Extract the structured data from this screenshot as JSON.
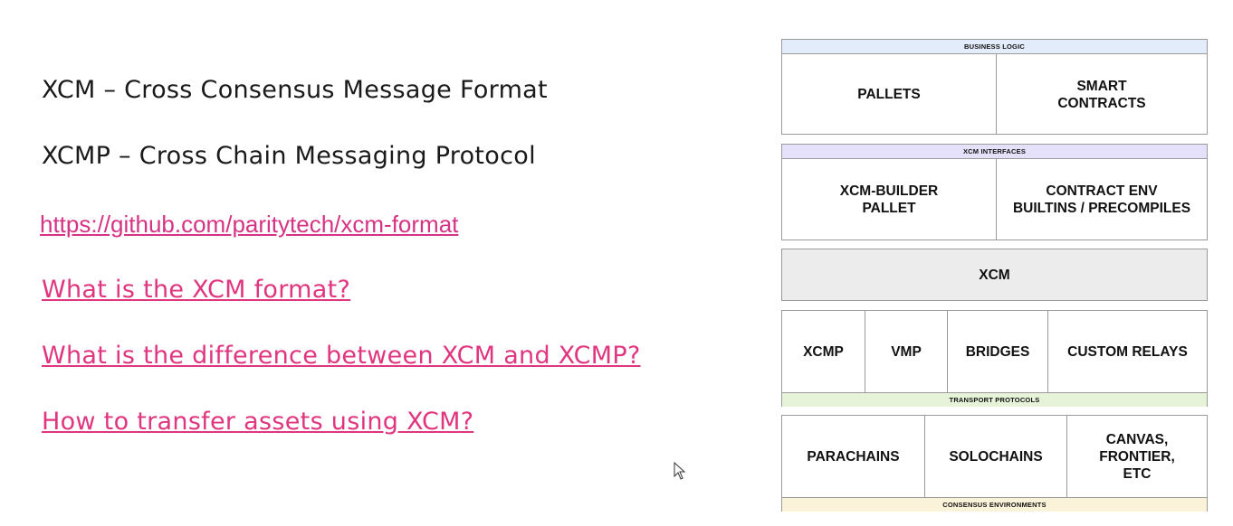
{
  "slide": {
    "lines": [
      "XCM – Cross Consensus Message Format",
      "XCMP – Cross Chain Messaging Protocol"
    ],
    "url": "https://github.com/paritytech/xcm-format",
    "questions": [
      "What is the XCM format?",
      "What is the difference between XCM and XCMP?",
      "How to transfer assets using XCM?"
    ]
  },
  "diagram": {
    "business_logic": {
      "label": "BUSINESS LOGIC",
      "cells": [
        "PALLETS",
        "SMART\nCONTRACTS"
      ],
      "color": "#e3ecfb"
    },
    "xcm_interfaces": {
      "label": "XCM INTERFACES",
      "cells": [
        "XCM-BUILDER\nPALLET",
        "CONTRACT ENV\nBUILTINS / PRECOMPILES"
      ],
      "color": "#e6e1fb"
    },
    "xcm": {
      "label": "XCM",
      "color": "#ececec"
    },
    "transport": {
      "label": "TRANSPORT PROTOCOLS",
      "cells": [
        "XCMP",
        "VMP",
        "BRIDGES",
        "CUSTOM RELAYS"
      ],
      "color": "#e6f3d8"
    },
    "consensus": {
      "label": "CONSENSUS ENVIRONMENTS",
      "cells": [
        "PARACHAINS",
        "SOLOCHAINS",
        "CANVAS,\nFRONTIER,\nETC"
      ],
      "color": "#fbf3d9"
    }
  }
}
